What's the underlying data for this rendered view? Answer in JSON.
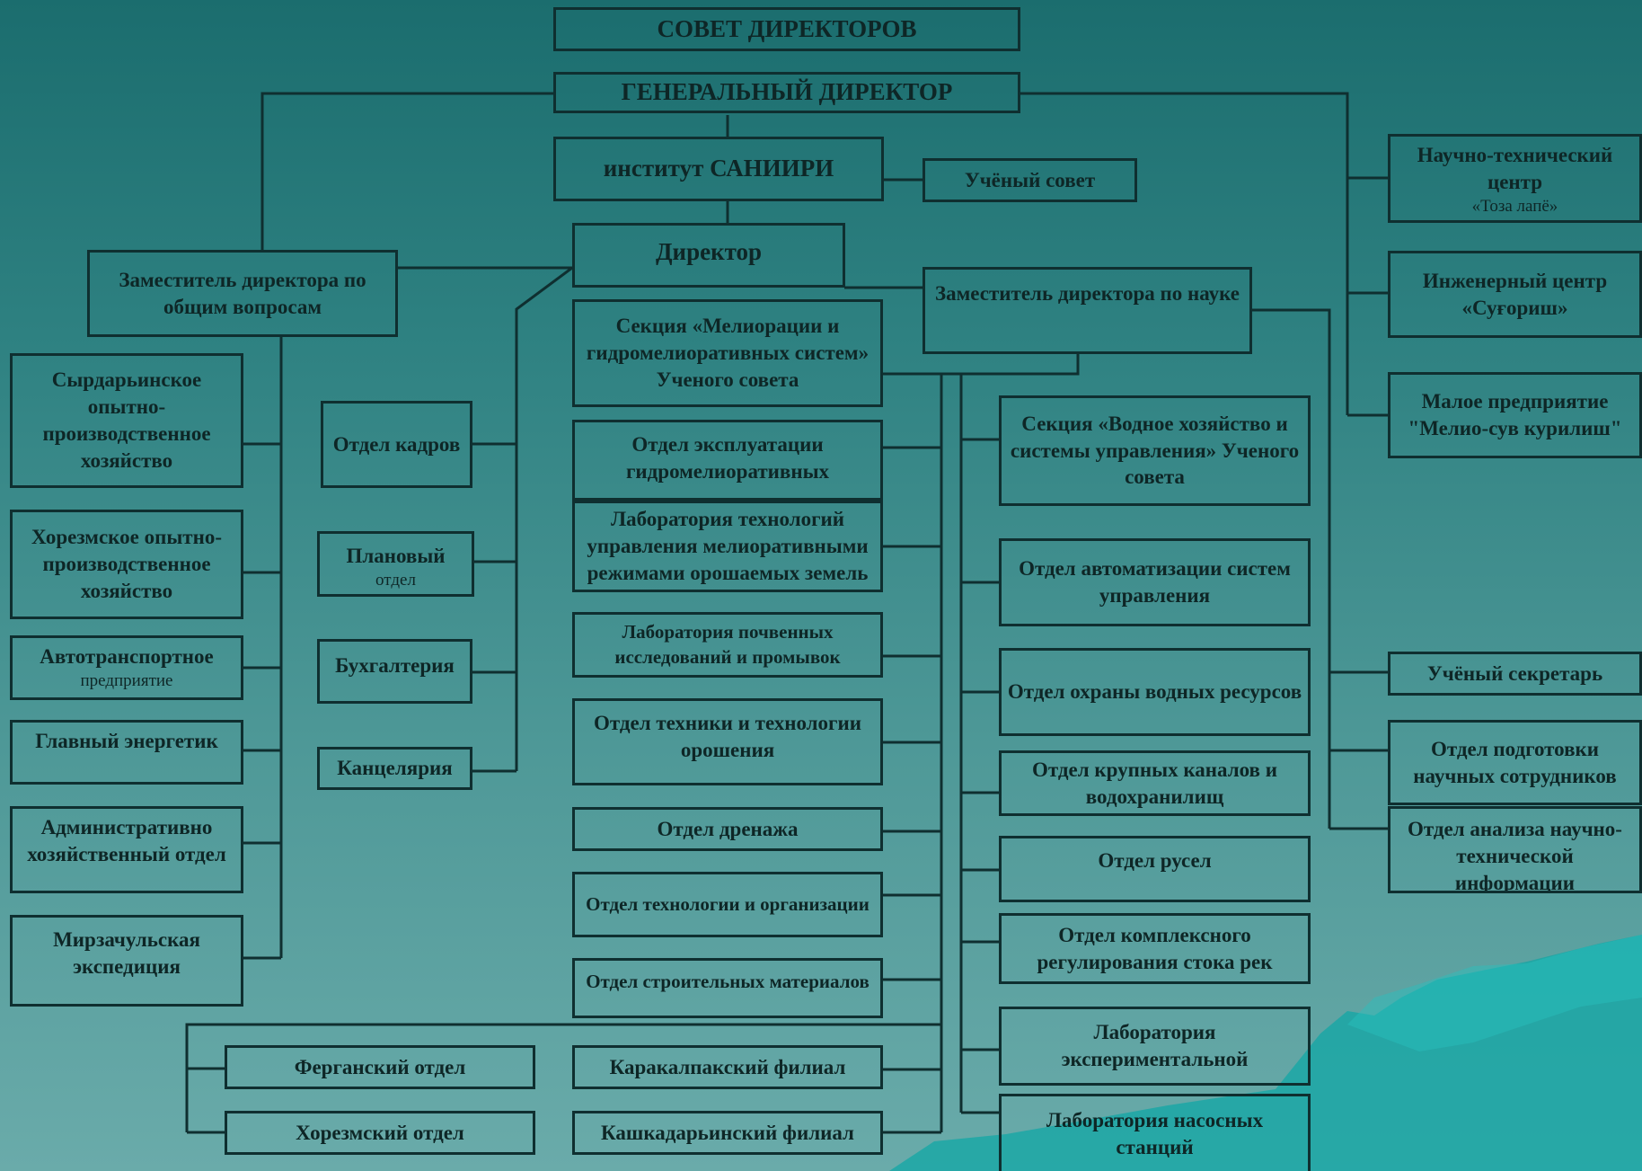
{
  "colors": {
    "line": "#0f2f30",
    "text": "#0e2626",
    "bg_top": "#1b6d6e",
    "bg_bottom": "#6aabaa",
    "mountain": "#12a7a6"
  },
  "boxes": {
    "board": "СОВЕТ ДИРЕКТОРОВ",
    "general_director": "ГЕНЕРАЛЬНЫЙ ДИРЕКТОР",
    "institute": "институт САНИИРИ",
    "scientific_council": "Учёный совет",
    "director": "Директор",
    "deputy_general": "Заместитель директора по общим вопросам",
    "deputy_science": "Заместитель директора по науке",
    "ntc_name": "Научно-технический центр",
    "ntc_sub": "«Тоза лапё»",
    "engineering_center": "Инженерный центр «Суғориш»",
    "small_enterprise": "Малое предприятие \"Мелио-сув курилиш\"",
    "syrdarya": "Сырдарьинское опытно-производственное хозяйство",
    "khorezm_farm": "Хорезмское опытно-производственное хозяйство",
    "autotransport_name": "Автотранспортное",
    "autotransport_sub": "предприятие",
    "chief_energy": "Главный энергетик",
    "admin": "Административно хозяйственный отдел",
    "mirzachul": "Мирзачульская экспедиция",
    "hr": "Отдел кадров",
    "planning_name": "Плановый",
    "planning_sub": "отдел",
    "accounting": "Бухгалтерия",
    "chancellery": "Канцелярия",
    "section_melioration": "Секция «Мелиорации и гидромелиоративных систем» Ученого совета",
    "dept_exploitation": "Отдел эксплуатации гидромелиоративных",
    "lab_technology": "Лаборатория технологий управления мелиоративными режимами орошаемых земель",
    "lab_soil": "Лаборатория почвенных исследований и промывок",
    "dept_irrigation_tech": "Отдел техники и технологии орошения",
    "dept_drainage": "Отдел дренажа",
    "dept_technology_org": "Отдел технологии и организации",
    "dept_building_materials": "Отдел строительных материалов",
    "karakalpak": "Каракалпакский филиал",
    "kashkadarya": "Кашкадарьинский филиал",
    "fergana": "Ферганский отдел",
    "khorezm_dept": "Хорезмский отдел",
    "section_water": "Секция «Водное хозяйство и системы управления» Ученого совета",
    "dept_automation": "Отдел автоматизации систем управления",
    "dept_water_protection": "Отдел охраны водных ресурсов",
    "dept_canals": "Отдел крупных каналов и водохранилищ",
    "dept_riverbeds": "Отдел русел",
    "dept_complex_regulation": "Отдел комплексного регулирования стока рек",
    "lab_experimental": "Лаборатория экспериментальной",
    "lab_pumping": "Лаборатория насосных станций",
    "scientific_secretary": "Учёный секретарь",
    "dept_training": "Отдел подготовки научных сотрудников",
    "dept_analysis": "Отдел анализа научно-технической информации"
  }
}
